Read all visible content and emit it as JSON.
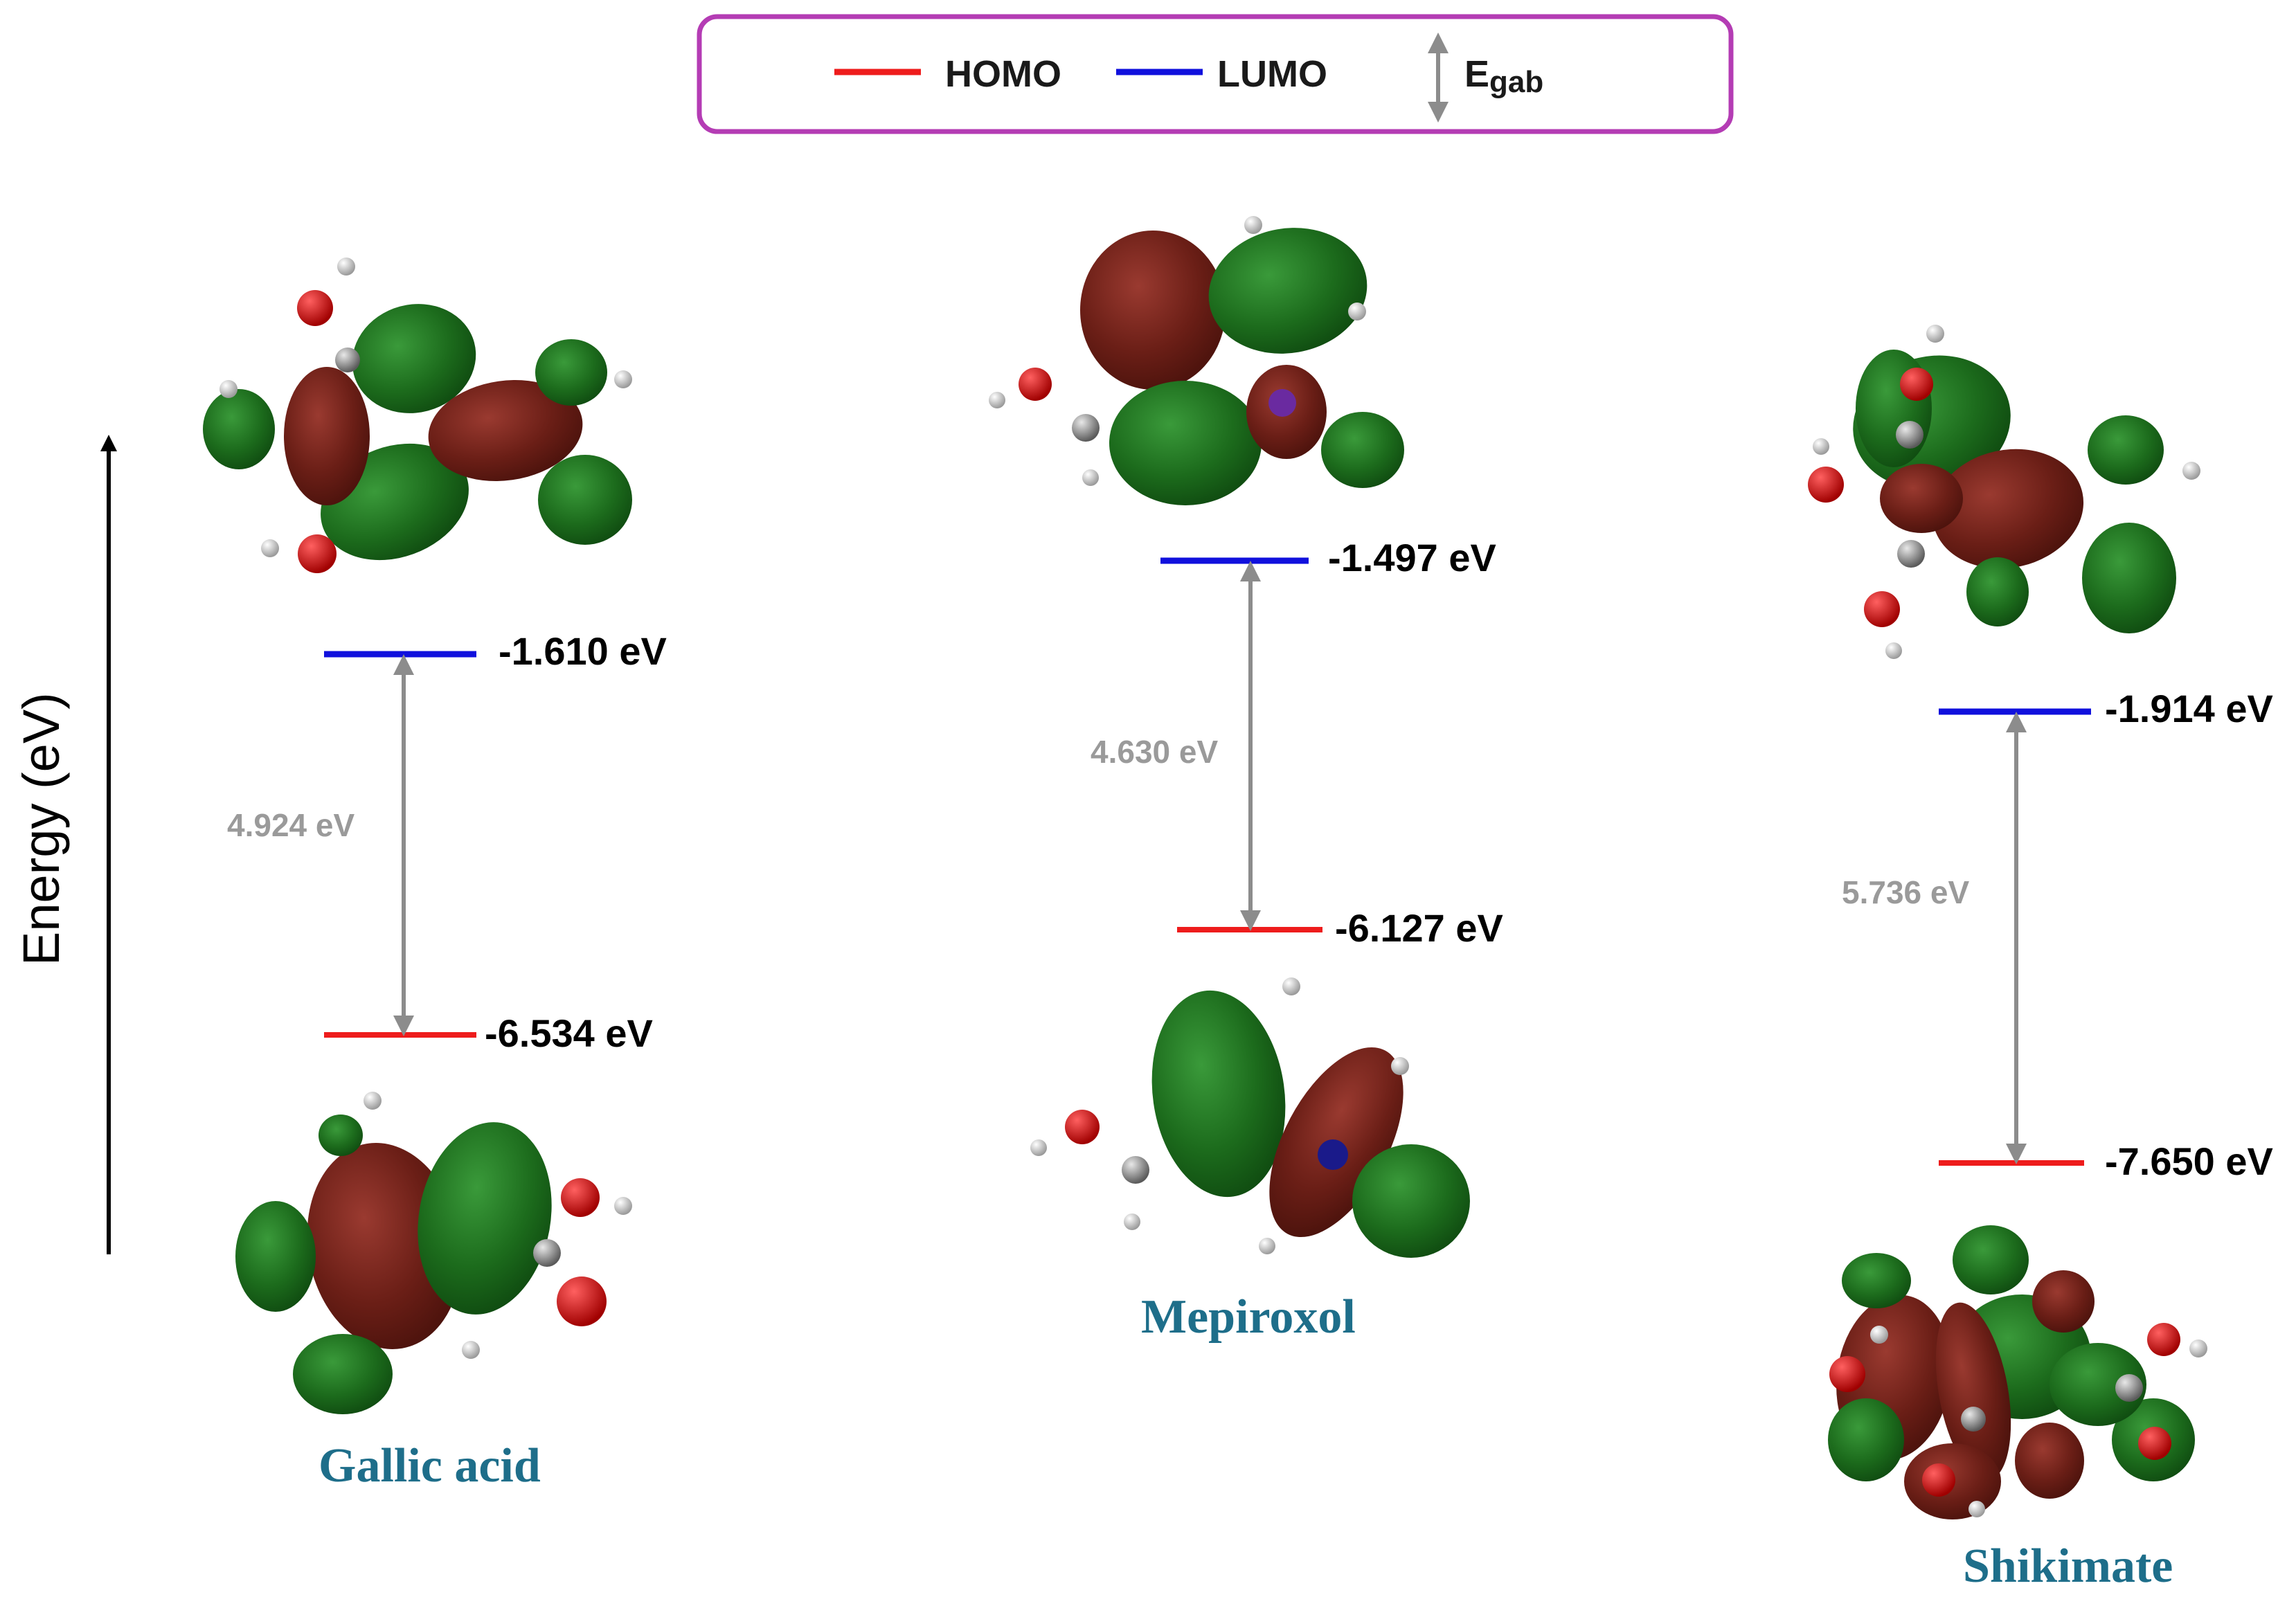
{
  "legend": {
    "homo_label": "HOMO",
    "lumo_label": "LUMO",
    "gap_label_main": "E",
    "gap_label_sub": "gab",
    "colors": {
      "homo": "#ee1c1c",
      "lumo": "#1010dd",
      "border": "#b43cb4",
      "arrow": "#8c8c8c"
    }
  },
  "axis": {
    "label": "Energy (eV)"
  },
  "molecules": [
    {
      "name": "Gallic acid",
      "lumo": "-1.610 eV",
      "homo": "-6.534 eV",
      "gap": "4.924 eV"
    },
    {
      "name": "Mepiroxol",
      "lumo": "-1.497 eV",
      "homo": "-6.127 eV",
      "gap": "4.630 eV"
    },
    {
      "name": "Shikimate",
      "lumo": "-1.914 eV",
      "homo": "-7.650 eV",
      "gap": "5.736 eV"
    }
  ]
}
